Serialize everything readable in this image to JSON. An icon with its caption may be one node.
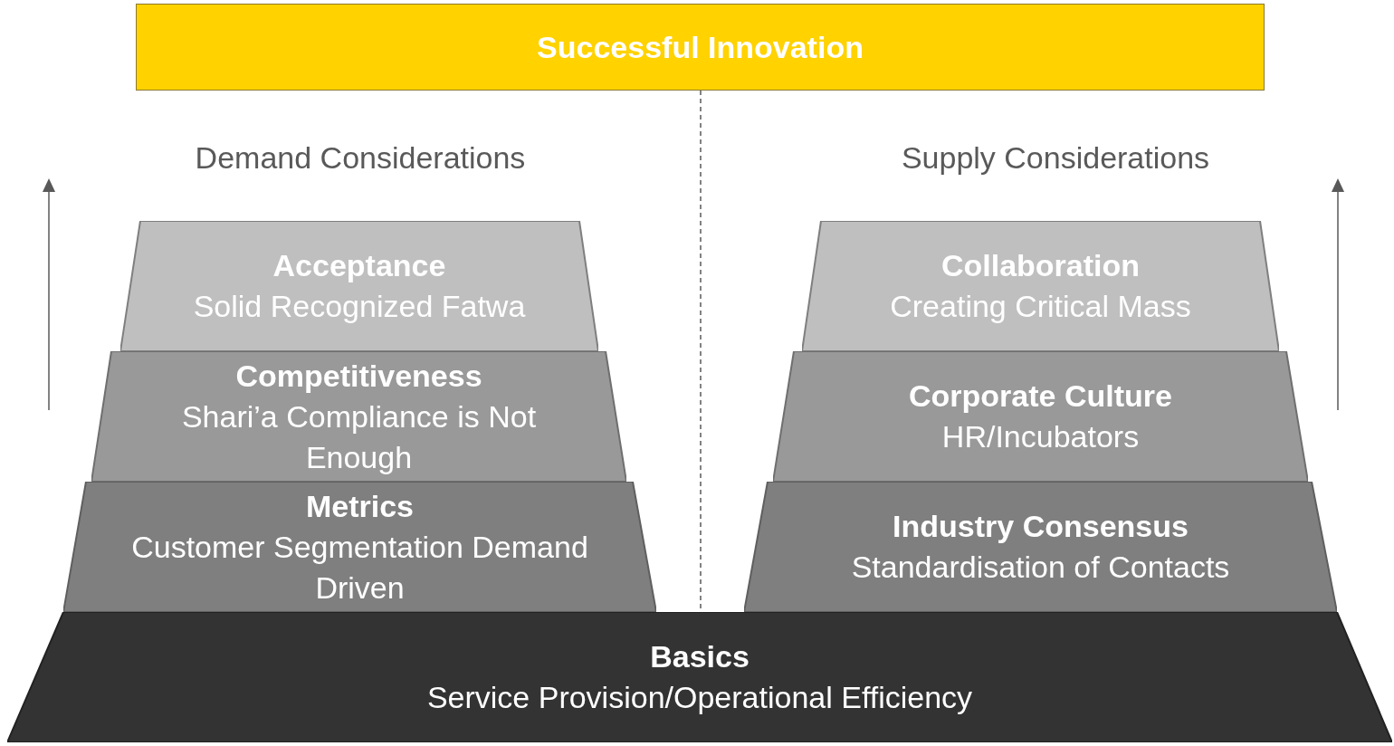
{
  "diagram": {
    "nodes": [
      {
        "text": [
          "Successful Innovation"
        ]
      },
      {
        "text": [
          "Acceptance",
          "Solid Recognized Fatwa"
        ]
      },
      {
        "text": [
          "Competitiveness",
          "Shari’a Compliance is Not Enough"
        ]
      },
      {
        "text": [
          "Metrics",
          "Customer Segmentation Demand Driven"
        ]
      },
      {
        "text": [
          "Collaboration",
          "Creating Critical Mass"
        ]
      },
      {
        "text": [
          "Corporate Culture",
          "HR/Incubators"
        ]
      },
      {
        "text": [
          "Industry Consensus",
          "Standardisation of Contacts"
        ]
      },
      {
        "text": [
          "Basics",
          "Service Provision/Operational Efficiency"
        ]
      }
    ],
    "edges": [
      {
        "from": 0,
        "to": 7,
        "arrow": "none",
        "style": "dashed"
      }
    ],
    "labels": [
      "Demand Considerations",
      "Supply Considerations"
    ]
  }
}
